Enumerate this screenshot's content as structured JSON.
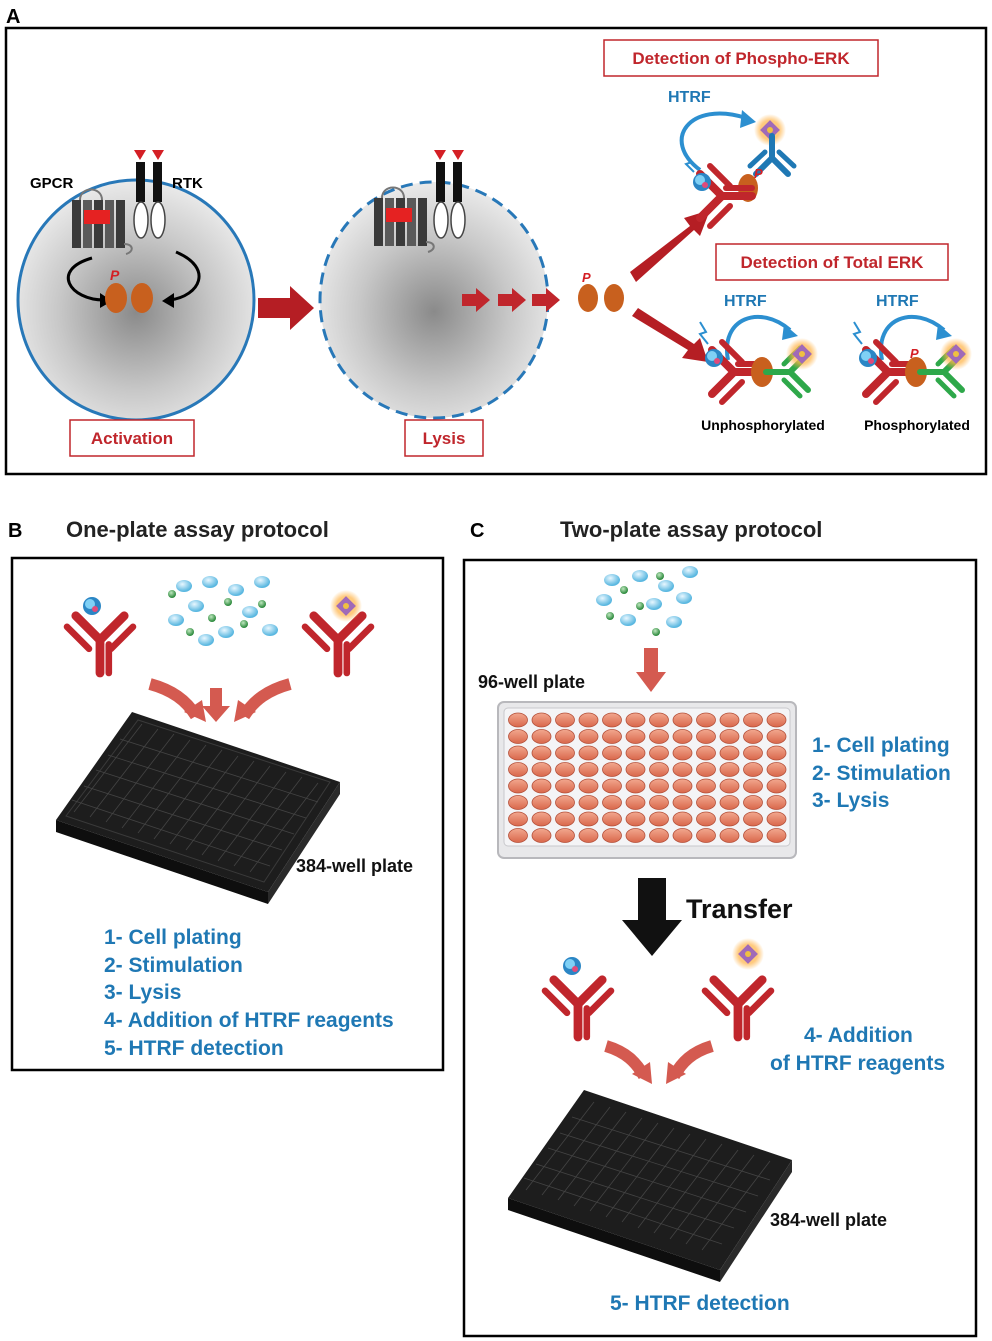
{
  "panel_a": {
    "letter": "A",
    "gpcr": "GPCR",
    "rtk": "RTK",
    "p": "P",
    "activation": "Activation",
    "lysis": "Lysis",
    "detect_phospho": "Detection of Phospho-ERK",
    "detect_total": "Detection of Total ERK",
    "htrf": "HTRF",
    "unphos": "Unphosphorylated",
    "phos": "Phosphorylated"
  },
  "panel_b": {
    "letter": "B",
    "title": "One-plate assay protocol",
    "plate": "384-well plate",
    "steps": [
      "1- Cell plating",
      "2- Stimulation",
      "3- Lysis",
      "4- Addition of HTRF reagents",
      "5- HTRF detection"
    ]
  },
  "panel_c": {
    "letter": "C",
    "title": "Two-plate assay protocol",
    "plate96": "96-well plate",
    "steps_top": [
      "1- Cell plating",
      "2- Stimulation",
      "3- Lysis"
    ],
    "transfer": "Transfer",
    "step4_line1": "4- Addition",
    "step4_line2": "of HTRF reagents",
    "plate384": "384-well plate",
    "step5": "5- HTRF detection"
  },
  "colors": {
    "accent_red": "#c0262c",
    "text_blue": "#1f78b4",
    "cell_border": "#2878b8",
    "erk": "#c8601e",
    "antibody_green": "#2ea84a"
  }
}
